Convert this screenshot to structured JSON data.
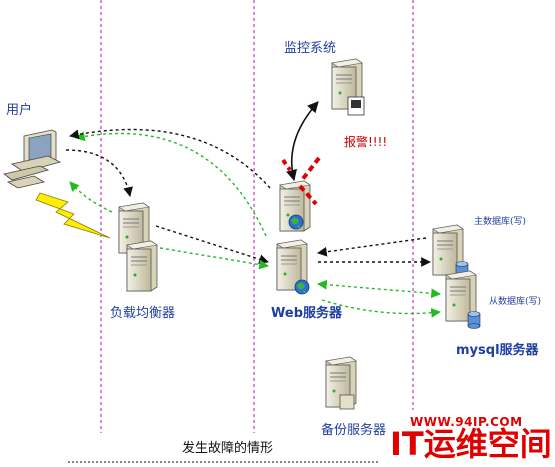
{
  "labels": {
    "user": "用户",
    "monitor": "监控系统",
    "alarm": "报警!!!!",
    "master_db": "主数据库(写)",
    "slave_db": "从数据库(写)",
    "load_balancer": "负载均衡器",
    "web_server": "Web服务器",
    "mysql_server": "mysql服务器",
    "backup_server": "备份服务器",
    "caption": "发生故障的情形"
  },
  "watermark": {
    "url": "WWW.94IP.COM",
    "name": "IT运维空间"
  },
  "colors": {
    "label_blue": "#1f3fa0",
    "alarm_red": "#cc0000",
    "divider_magenta": "#cc33cc",
    "arrow_green": "#22bb22",
    "arrow_black": "#111111",
    "lightning_yellow": "#ffee00",
    "server_body": "#e4dfc8",
    "brand_red": "#e00000"
  },
  "icons": [
    "computer-icon",
    "server-icon",
    "network-globe-icon",
    "database-icon",
    "lightning-icon",
    "failure-mark-icon"
  ]
}
